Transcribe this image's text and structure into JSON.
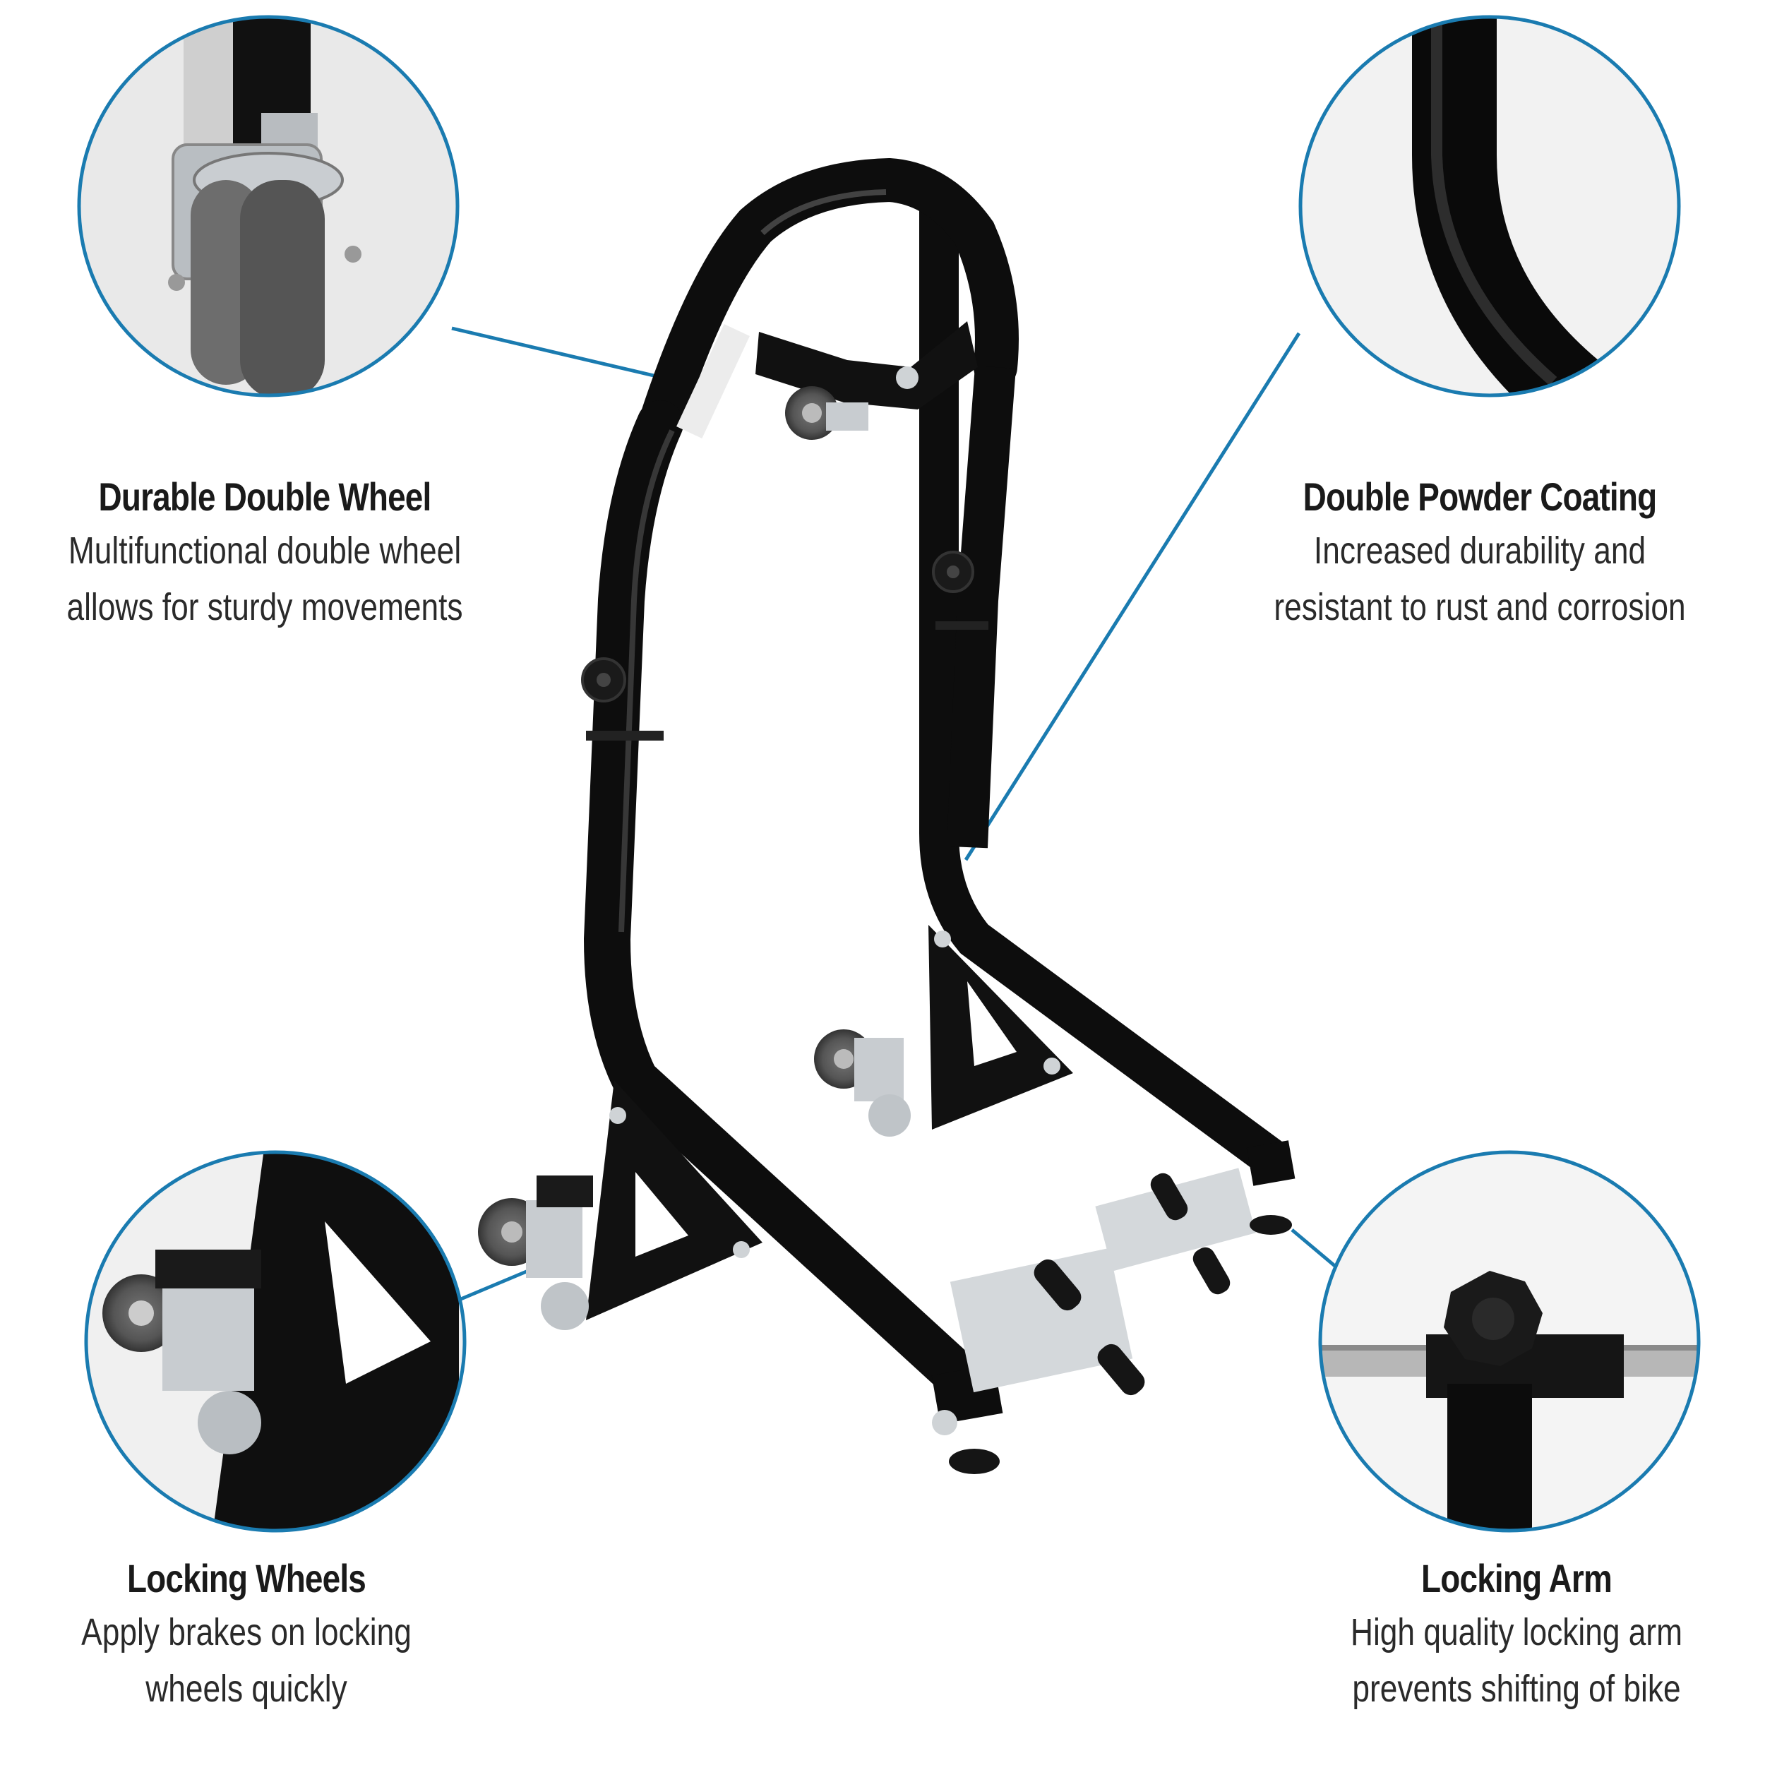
{
  "callouts": [
    {
      "title": "Durable Double Wheel",
      "desc_lines": [
        "Multifunctional double wheel",
        "allows for sturdy movements"
      ],
      "icon": "caster-wheel-icon"
    },
    {
      "title": "Double Powder Coating",
      "desc_lines": [
        "Increased durability and",
        "resistant to rust and corrosion"
      ],
      "icon": "coated-tube-icon"
    },
    {
      "title": "Locking Wheels",
      "desc_lines": [
        "Apply brakes on locking",
        "wheels quickly"
      ],
      "icon": "locking-caster-icon"
    },
    {
      "title": "Locking Arm",
      "desc_lines": [
        "High quality locking arm",
        "prevents shifting of bike"
      ],
      "icon": "locking-knob-icon"
    }
  ],
  "product": {
    "name": "motorcycle-front-wheel-stand",
    "colors": {
      "frame": "#0d0d0d",
      "accent": "#1a7bb0",
      "metal": "#c8ccd0"
    }
  }
}
